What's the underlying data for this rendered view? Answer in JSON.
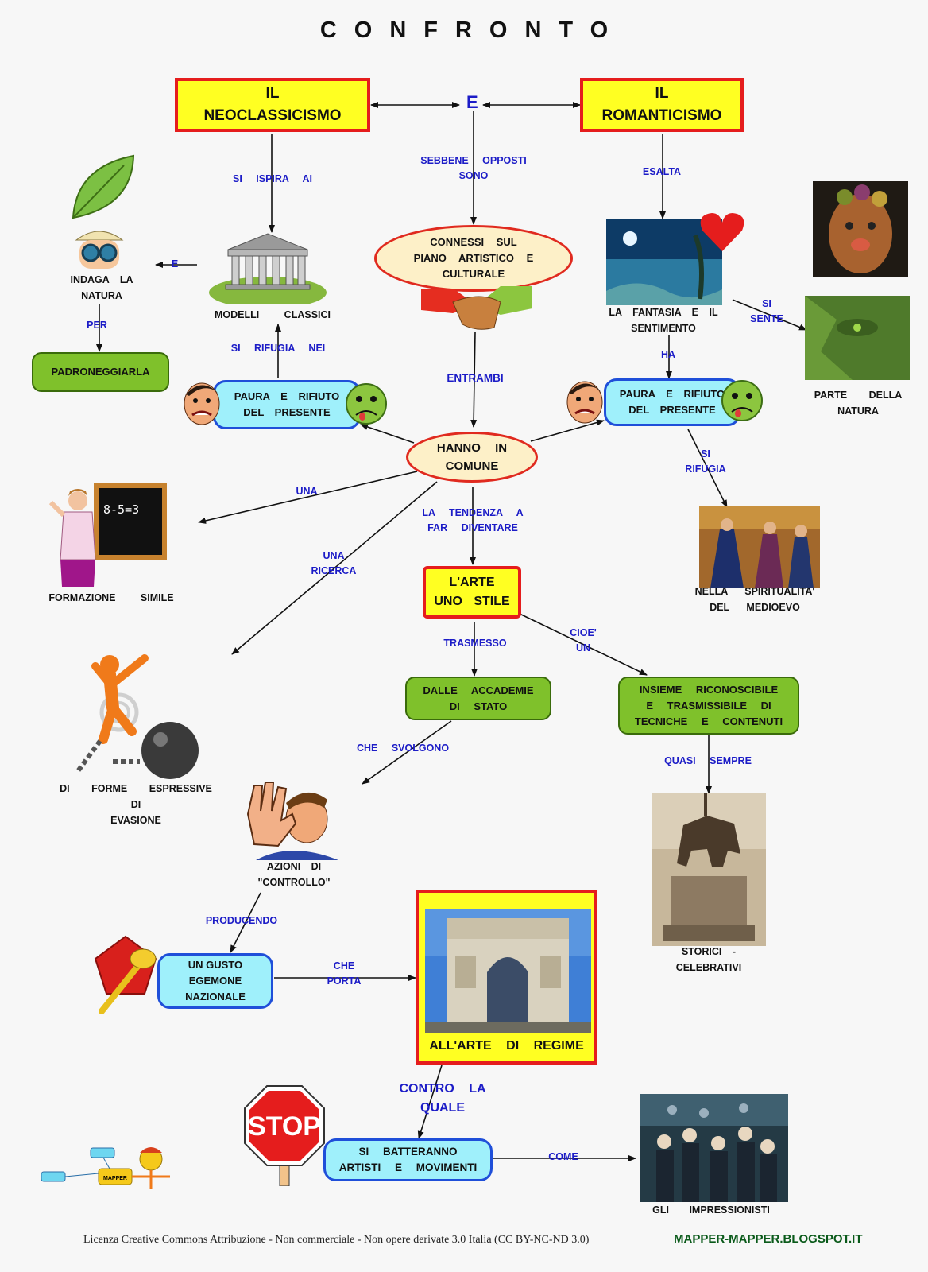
{
  "title": "CONFRONTO",
  "nodes": {
    "neoclassicismo": "IL\nNEOCLASSICISMO",
    "romanticismo": "IL\nROMANTICISMO",
    "e": "E",
    "connessi": "CONNESSI SUL\nPIANO ARTISTICO E\nCULTURALE",
    "hanno_in_comune": "HANNO IN\nCOMUNE",
    "arte_uno_stile": "L'ARTE\nUNO STILE",
    "padroneggiarla": "PADRONEGGIARLA",
    "paura_left": "PAURA E RIFIUTO\nDEL PRESENTE",
    "paura_right": "PAURA E RIFIUTO\nDEL PRESENTE",
    "accademie": "DALLE ACCADEMIE\nDI STATO",
    "insieme": "INSIEME RICONOSCIBILE\nE TRASMISSIBILE DI\nTECNICHE E CONTENUTI",
    "gusto": "UN GUSTO\nEGEMONE\nNAZIONALE",
    "regime": "ALL'ARTE DI REGIME",
    "batteranno": "SI BATTERANNO\nARTISTI E MOVIMENTI"
  },
  "captions": {
    "indaga": "INDAGA LA\nNATURA",
    "modelli": "MODELLI CLASSICI",
    "fantasia": "LA FANTASIA E IL\nSENTIMENTO",
    "parte_natura": "PARTE DELLA\nNATURA",
    "formazione": "FORMAZIONE SIMILE",
    "spiritualita": "NELLA SPIRITUALITA'\nDEL MEDIOEVO",
    "forme": "DI FORME ESPRESSIVE DI\nEVASIONE",
    "azioni": "AZIONI DI\n\"CONTROLLO\"",
    "storici": "STORICI -\nCELEBRATIVI",
    "impressionisti": "GLI IMPRESSIONISTI",
    "stop": "STOP",
    "mapper": "MAPPER",
    "blackboard": "8-5=3"
  },
  "links": {
    "si_ispira_ai": "SI ISPIRA AI",
    "sebbene": "SEBBENE OPPOSTI\nSONO",
    "esalta": "ESALTA",
    "e_small": "E",
    "per": "PER",
    "si_rifugia_nei": "SI RIFUGIA NEI",
    "si_sente": "SI\nSENTE",
    "ha": "HA",
    "entrambi": "ENTRAMBI",
    "si_rifugia": "SI\nRIFUGIA",
    "una": "UNA",
    "una_ricerca": "UNA\nRICERCA",
    "tendenza": "LA TENDENZA A\nFAR DIVENTARE",
    "trasmesso": "TRASMESSO",
    "cioe": "CIOE'\nUN",
    "che_svolgono": "CHE SVOLGONO",
    "quasi_sempre": "QUASI SEMPRE",
    "producendo": "PRODUCENDO",
    "che_porta": "CHE\nPORTA",
    "contro_la_quale": "CONTRO LA\nQUALE",
    "come": "COME"
  },
  "footer": {
    "license": "Licenza Creative Commons Attribuzione - Non commerciale - Non opere derivate 3.0 Italia (CC BY-NC-ND 3.0)",
    "blog": "MAPPER-MAPPER.BLOGSPOT.IT"
  },
  "icons": [
    "leaf-icon",
    "explorer-binoculars-icon",
    "greek-temple-icon",
    "handshake-icon",
    "fantasy-landscape-image",
    "heart-icon",
    "arcimboldo-portrait-image",
    "green-face-image",
    "worried-man-icon",
    "sick-smiley-icon",
    "teacher-blackboard-icon",
    "medieval-painting-image",
    "breaking-chain-figure-icon",
    "hand-stop-man-icon",
    "equestrian-statue-image",
    "ruby-gavel-icon",
    "arc-de-triomphe-image",
    "stop-sign-icon",
    "impressionist-painting-image",
    "mapper-logo-icon"
  ]
}
